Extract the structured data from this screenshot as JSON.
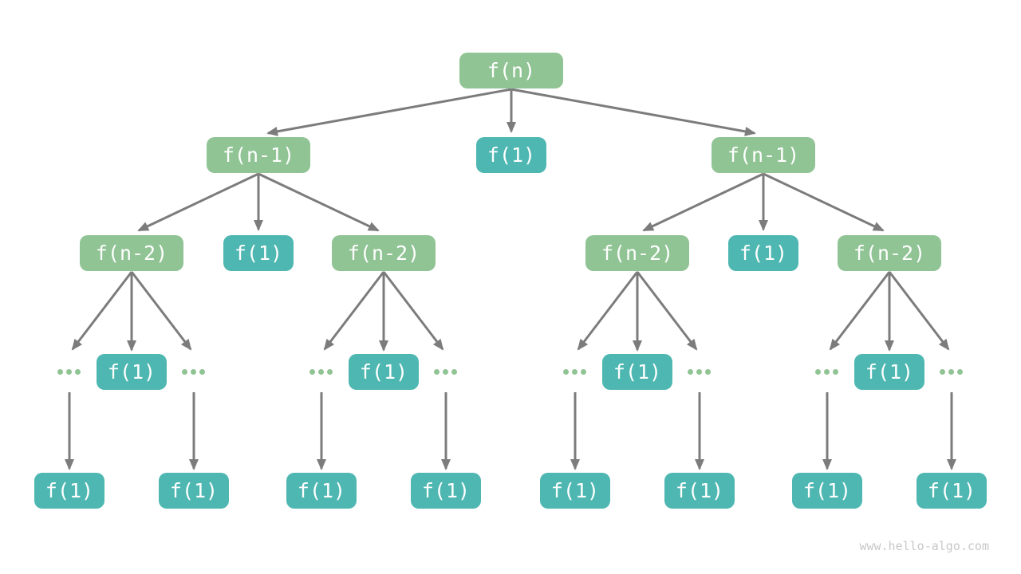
{
  "colors": {
    "node_green": "#90C494",
    "node_teal": "#4EB7B1",
    "arrow": "#7C7C7C",
    "node_text": "#FFFFFF",
    "watermark_color": "#C8C8C8",
    "background": "#FFFFFF"
  },
  "watermark": {
    "text": "www.hello-algo.com"
  },
  "tree": {
    "nodes": [
      {
        "label": "f(n)",
        "type": "call"
      },
      {
        "label": "f(n-1)",
        "type": "call"
      },
      {
        "label": "f(1)",
        "type": "base-case"
      },
      {
        "label": "f(n-1)",
        "type": "call"
      },
      {
        "label": "f(n-2)",
        "type": "call"
      },
      {
        "label": "f(1)",
        "type": "base-case"
      },
      {
        "label": "f(n-2)",
        "type": "call"
      },
      {
        "label": "f(n-2)",
        "type": "call"
      },
      {
        "label": "f(1)",
        "type": "base-case"
      },
      {
        "label": "f(n-2)",
        "type": "call"
      },
      {
        "label": "...",
        "type": "ellipsis"
      },
      {
        "label": "f(1)",
        "type": "base-case"
      },
      {
        "label": "...",
        "type": "ellipsis"
      },
      {
        "label": "...",
        "type": "ellipsis"
      },
      {
        "label": "f(1)",
        "type": "base-case"
      },
      {
        "label": "...",
        "type": "ellipsis"
      },
      {
        "label": "...",
        "type": "ellipsis"
      },
      {
        "label": "f(1)",
        "type": "base-case"
      },
      {
        "label": "...",
        "type": "ellipsis"
      },
      {
        "label": "...",
        "type": "ellipsis"
      },
      {
        "label": "f(1)",
        "type": "base-case"
      },
      {
        "label": "...",
        "type": "ellipsis"
      },
      {
        "label": "f(1)",
        "type": "base-case"
      },
      {
        "label": "f(1)",
        "type": "base-case"
      },
      {
        "label": "f(1)",
        "type": "base-case"
      },
      {
        "label": "f(1)",
        "type": "base-case"
      },
      {
        "label": "f(1)",
        "type": "base-case"
      },
      {
        "label": "f(1)",
        "type": "base-case"
      },
      {
        "label": "f(1)",
        "type": "base-case"
      },
      {
        "label": "f(1)",
        "type": "base-case"
      }
    ]
  }
}
